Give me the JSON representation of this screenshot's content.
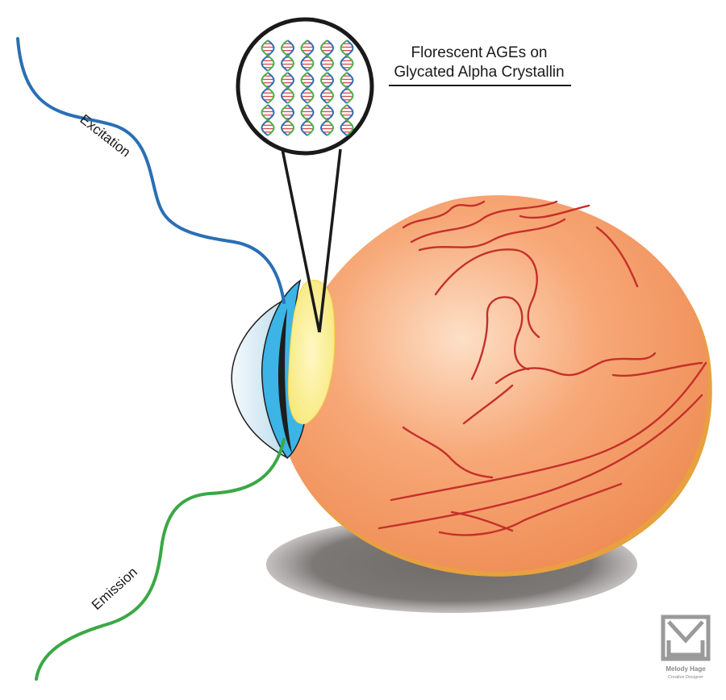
{
  "title": {
    "line1": "Florescent AGEs on",
    "line2": "Glycated Alpha Crystallin"
  },
  "waves": {
    "excitation": {
      "label": "Excitation",
      "color": "#2a6fb5"
    },
    "emission": {
      "label": "Emission",
      "color": "#3aa845"
    }
  },
  "colors": {
    "eyeball": "#f6a170",
    "vessel": "#c4302b",
    "cornea": "#dfeef6",
    "lens_ring": "#3cb4e6",
    "lens": "#fbef8e",
    "dna_strand_a": "#2e6fb7",
    "dna_strand_b": "#4caf50",
    "dna_rung": "#d84a4a"
  },
  "magnifier": {
    "dna_rows": 3,
    "dna_cols": 5
  },
  "logo": {
    "name": "Melody Hage",
    "role": "Creative Designer"
  }
}
